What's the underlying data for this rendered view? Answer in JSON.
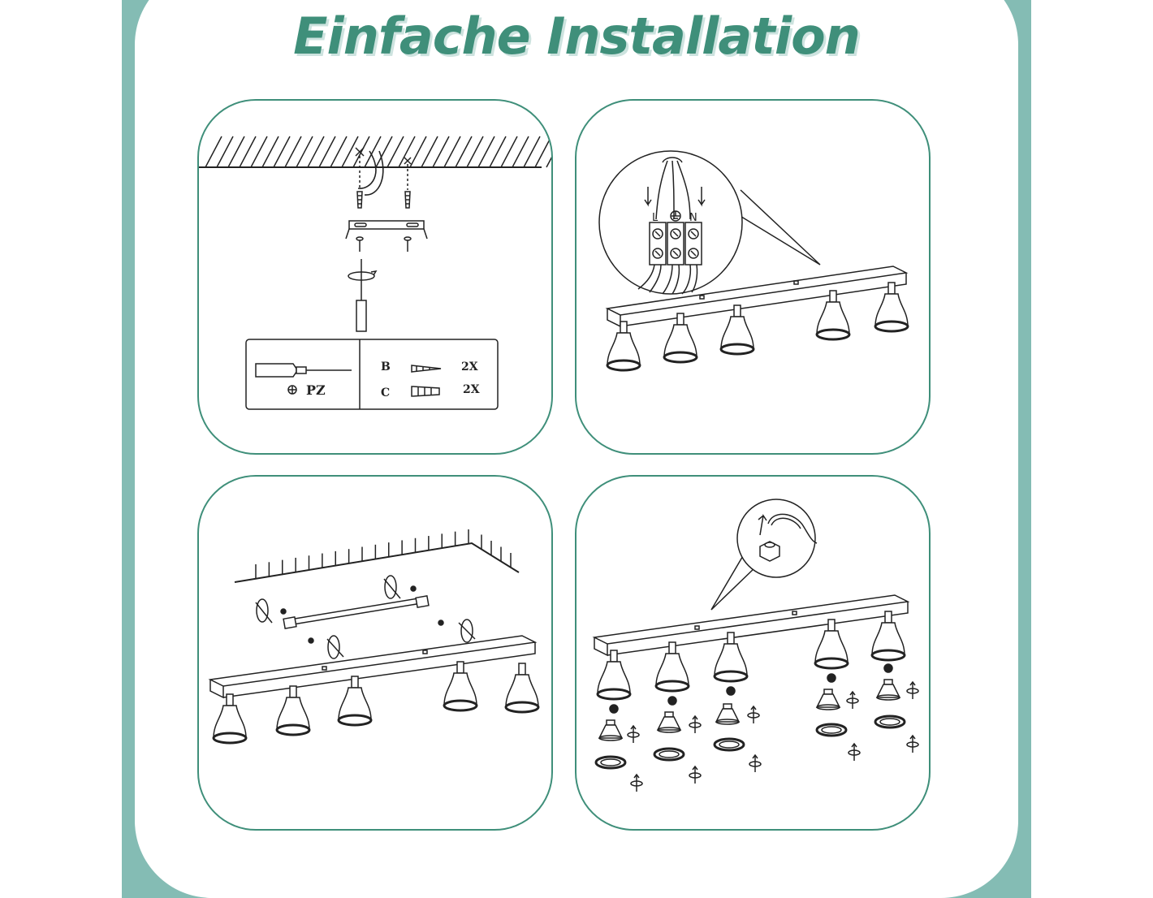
{
  "header": {
    "title": "Einfache Installation"
  },
  "colors": {
    "accent": "#3f8f7a",
    "frame": "#84bcb4",
    "line": "#222222"
  },
  "steps": [
    {
      "id": "step-1",
      "legend": {
        "tool_label": "PZ",
        "parts": [
          {
            "code": "B",
            "qty": "2X",
            "icon": "screw-icon"
          },
          {
            "code": "C",
            "qty": "2X",
            "icon": "wall-plug-icon"
          }
        ]
      }
    },
    {
      "id": "step-2",
      "terminals": [
        "L",
        "N"
      ],
      "icon": "ground-icon"
    },
    {
      "id": "step-3"
    },
    {
      "id": "step-4"
    }
  ]
}
